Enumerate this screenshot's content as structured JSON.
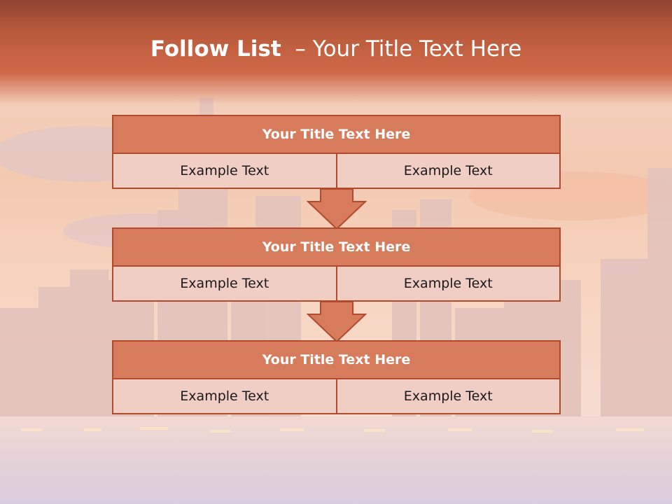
{
  "slide": {
    "title_bold": "Follow List",
    "title_rest": "  – Your Title Text Here"
  },
  "steps": [
    {
      "title": "Your Title Text Here",
      "left": "Example Text",
      "right": "Example Text"
    },
    {
      "title": "Your Title Text Here",
      "left": "Example Text",
      "right": "Example Text"
    },
    {
      "title": "Your Title Text Here",
      "left": "Example Text",
      "right": "Example Text"
    }
  ],
  "colors": {
    "accent": "#d67b5c",
    "border": "#b24b2d",
    "cell_fill": "#f0cec4",
    "header_bar": "#c3603f"
  }
}
